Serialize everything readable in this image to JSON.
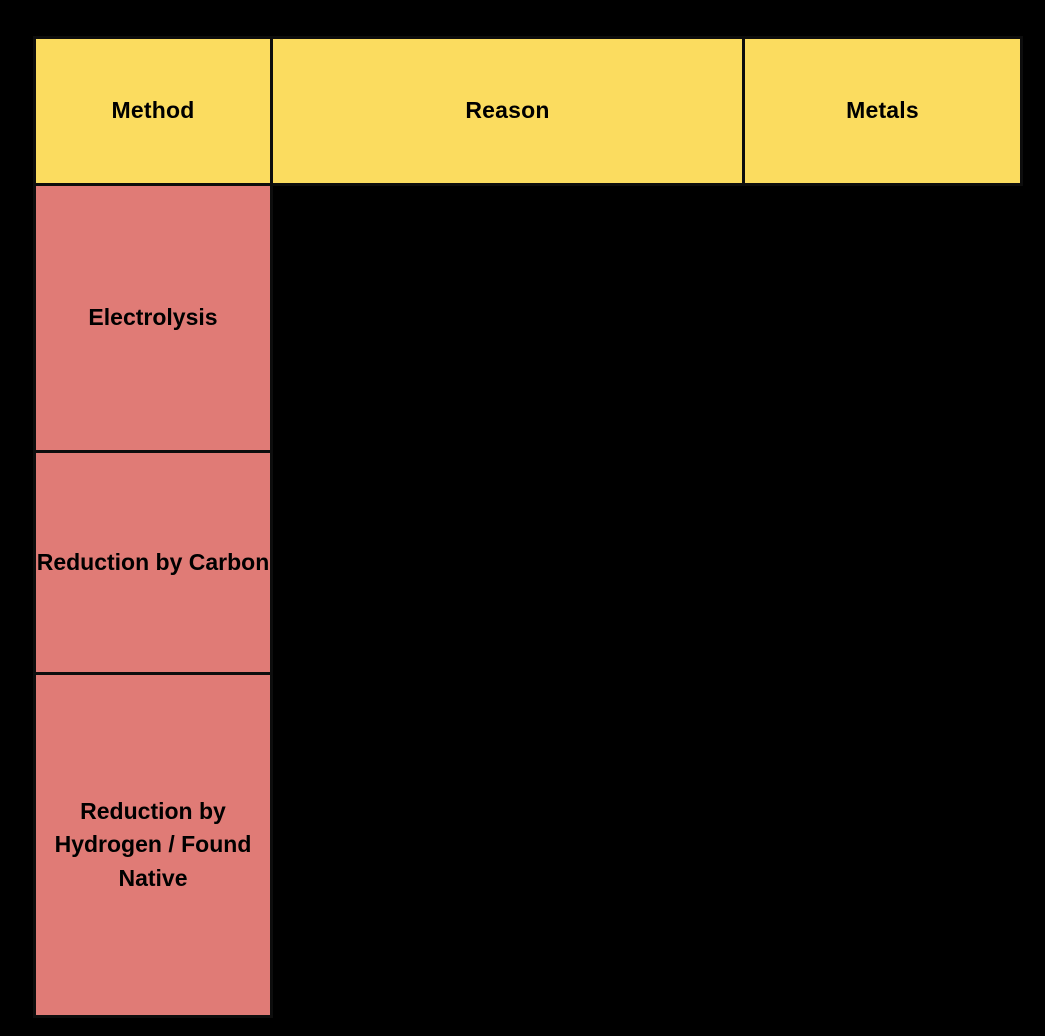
{
  "slide": {
    "background_color": "#000000"
  },
  "table": {
    "name": "metal-extraction-methods-table",
    "header_fill": "#FBDC5F",
    "method_fill": "#E07B76",
    "body_fill": "#000000",
    "border_color": "#0D0D0D",
    "text_color": "#000000",
    "columns": [
      {
        "key": "method",
        "label": "Method"
      },
      {
        "key": "reason",
        "label": "Reason"
      },
      {
        "key": "metals",
        "label": "Metals"
      }
    ],
    "rows": [
      {
        "method": "Electrolysis",
        "reason": "",
        "metals": ""
      },
      {
        "method": "Reduction by Carbon",
        "reason": "",
        "metals": ""
      },
      {
        "method": "Reduction by Hydrogen / Found Native",
        "reason": "",
        "metals": ""
      }
    ]
  }
}
